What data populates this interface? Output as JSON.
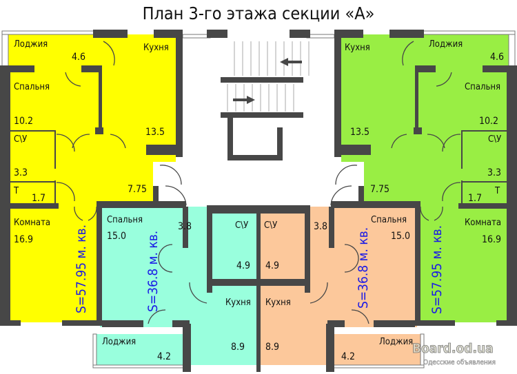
{
  "title": "План 3-го этажа секции «А»",
  "colors": {
    "apt_left": "#ffff00",
    "apt_right": "#99ee44",
    "apt_small_left": "#99ffdd",
    "apt_small_right": "#fcc89b",
    "walls": "#474747",
    "area_text": "#1a1ae6"
  },
  "apartments": {
    "left_large": {
      "area": "S=57.95 м. кв.",
      "rooms": {
        "loggia": "Лоджия",
        "loggia_area": "4.6",
        "kitchen": "Кухня",
        "kitchen_area": "13.5",
        "bedroom": "Спальня",
        "bedroom_area": "10.2",
        "bath": "С\\У",
        "bath_area": "3.3",
        "toilet": "Т",
        "toilet_area": "1.7",
        "hall_area": "7.75",
        "room": "Комната",
        "room_area": "16.9"
      }
    },
    "left_small": {
      "area": "S=36.8 м. кв.",
      "rooms": {
        "bedroom": "Спальня",
        "bedroom_area": "15.0",
        "hall_area": "3.8",
        "bath": "С\\У",
        "bath_area": "4.9",
        "kitchen": "Кухня",
        "kitchen_area": "8.9",
        "loggia": "Лоджия",
        "loggia_area": "4.2"
      }
    },
    "right_small": {
      "area": "S=36.8 м. кв.",
      "rooms": {
        "bedroom": "Спальня",
        "bedroom_area": "15.0",
        "hall_area": "3.8",
        "bath": "С\\У",
        "bath_area": "4.9",
        "kitchen": "Кухня",
        "kitchen_area": "8.9",
        "loggia": "Лоджия",
        "loggia_area": "4.2"
      }
    },
    "right_large": {
      "area": "S=57.95 м. кв.",
      "rooms": {
        "loggia": "Лоджия",
        "loggia_area": "4.6",
        "kitchen": "Кухня",
        "kitchen_area": "13.5",
        "bedroom": "Спальня",
        "bedroom_area": "10.2",
        "bath": "С\\У",
        "bath_area": "3.3",
        "toilet": "Т",
        "toilet_area": "1.7",
        "hall_area": "7.75",
        "room": "Комната",
        "room_area": "16.9"
      }
    }
  },
  "watermark": {
    "site": "Board.od.ua",
    "subtitle": "Одесские объявления"
  }
}
